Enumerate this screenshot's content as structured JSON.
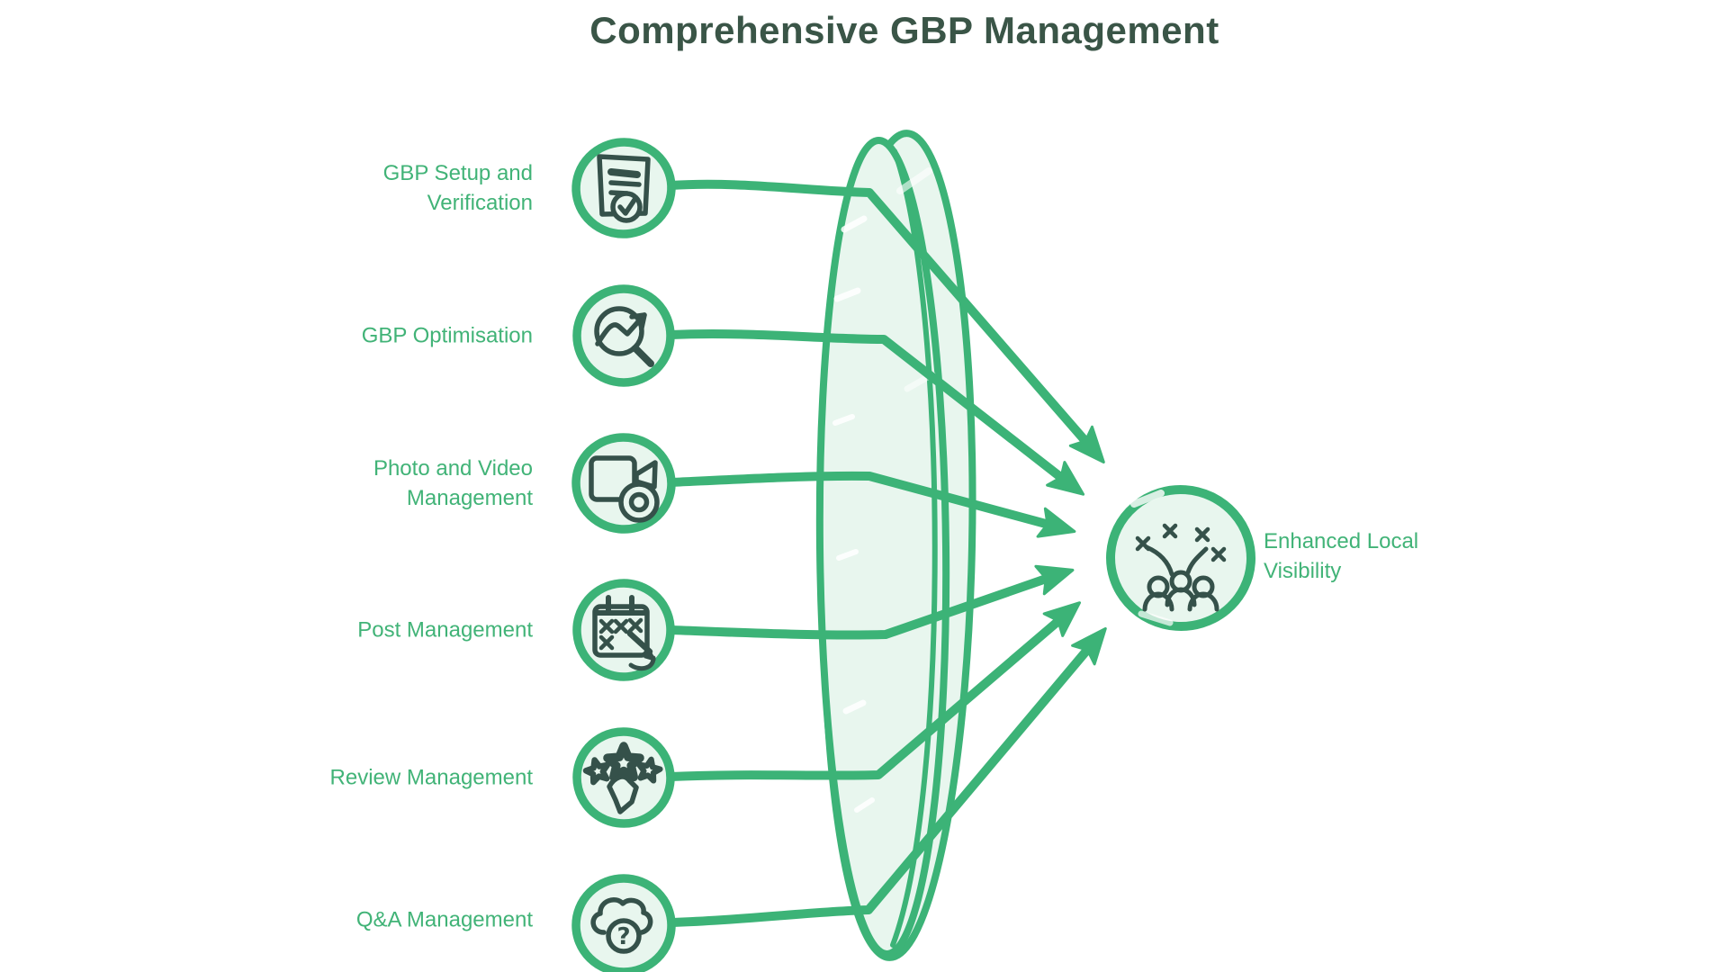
{
  "title": "Comprehensive GBP Management",
  "colors": {
    "stroke_green": "#3cb377",
    "light_green_fill": "#e8f6ee",
    "icon_dark_green": "#35514a",
    "label_green": "#41b377",
    "title_dark": "#3a5547"
  },
  "inputs": [
    {
      "label": "GBP Setup and\nVerification",
      "icon": "document-check-icon"
    },
    {
      "label": "GBP Optimisation",
      "icon": "search-trend-icon"
    },
    {
      "label": "Photo and Video\nManagement",
      "icon": "video-camera-icon"
    },
    {
      "label": "Post Management",
      "icon": "calendar-pen-icon"
    },
    {
      "label": "Review Management",
      "icon": "stars-thumbs-up-icon"
    },
    {
      "label": "Q&A Management",
      "icon": "cloud-question-icon"
    }
  ],
  "output": {
    "label": "Enhanced Local\nVisibility",
    "icon": "people-celebration-icon"
  },
  "icons": {
    "question_mark_glyph": "?"
  }
}
